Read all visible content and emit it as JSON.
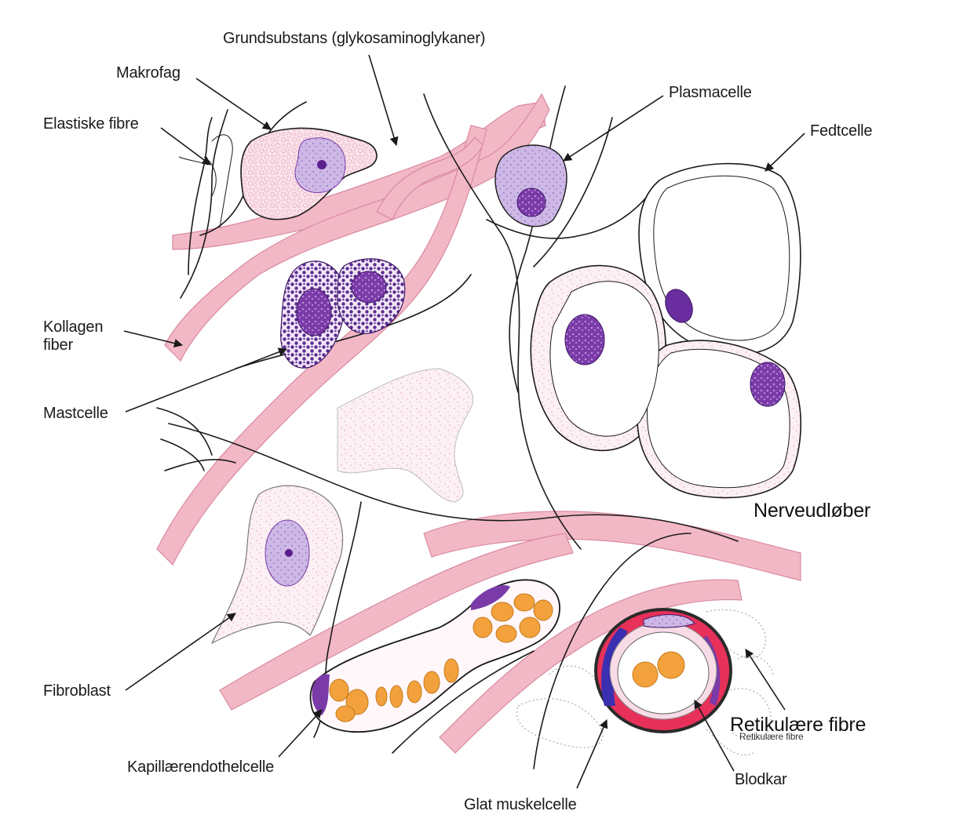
{
  "labels": {
    "grundsubstans": "Grundsubstans (glykosaminoglykaner)",
    "makrofag": "Makrofag",
    "elastiske_fibre": "Elastiske fibre",
    "plasmacelle": "Plasmacelle",
    "fedtcelle": "Fedtcelle",
    "kollagen_fiber": "Kollagen fiber",
    "mastcelle": "Mastcelle",
    "nerveudlober": "Nerveudløber",
    "fibroblast": "Fibroblast",
    "retikulaere_fibre": "Retikulære fibre",
    "retikulaere_fibre_small": "Retikulære fibre",
    "kapillaerendothelcelle": "Kapillærendothelcelle",
    "blodkar": "Blodkar",
    "glat_muskelcelle": "Glat muskelcelle"
  },
  "colors": {
    "collagen": "#f2b8c6",
    "collagen_edge": "#d98aa0",
    "nucleus": "#7a3aa8",
    "nucleus_light": "#c9b3e3",
    "cytoplasm": "#f7dbe6",
    "rbc": "#f2a13c",
    "vessel_red": "#e8315a",
    "line": "#1a1a1a"
  }
}
